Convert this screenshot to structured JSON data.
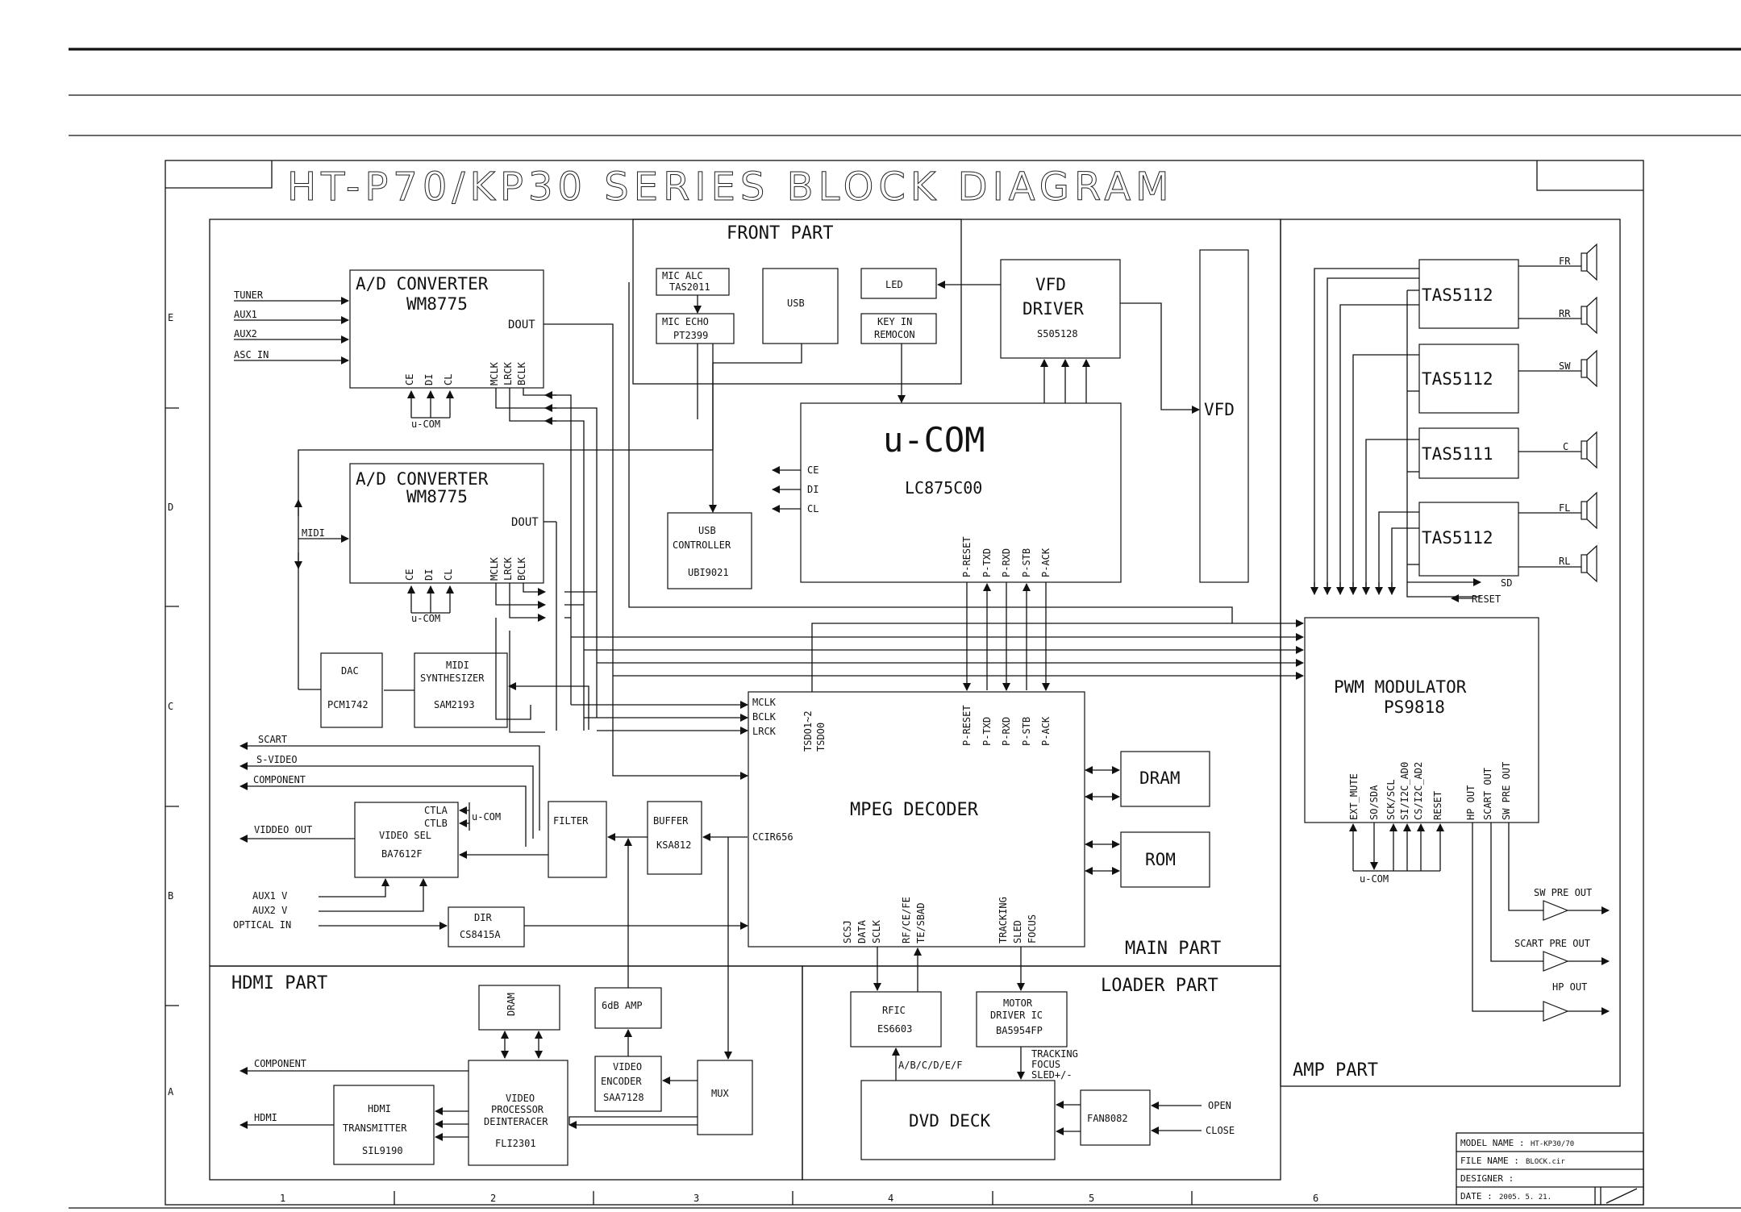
{
  "title": "HT-P70/KP30  SERIES     BLOCK DIAGRAM",
  "sections": {
    "front": "FRONT PART",
    "main": "MAIN PART",
    "hdmi": "HDMI PART",
    "loader": "LOADER PART",
    "amp": "AMP PART"
  },
  "adc1": {
    "title": "A/D CONVERTER",
    "part": "WM8775",
    "dout": "DOUT",
    "pins": [
      "CE",
      "DI",
      "CL"
    ],
    "clk": [
      "MCLK",
      "LRCK",
      "BCLK"
    ],
    "ucom": "u-COM"
  },
  "adc2": {
    "title": "A/D CONVERTER",
    "part": "WM8775",
    "dout": "DOUT",
    "pins": [
      "CE",
      "DI",
      "CL"
    ],
    "clk": [
      "MCLK",
      "LRCK",
      "BCLK"
    ],
    "ucom": "u-COM"
  },
  "inputs": [
    "TUNER",
    "AUX1",
    "AUX2",
    "ASC IN"
  ],
  "midi": "MIDI",
  "front": {
    "mic_alc": [
      "MIC   ALC",
      "TAS2011"
    ],
    "mic_echo": [
      "MIC   ECHO",
      "PT2399"
    ],
    "usb": "USB",
    "led": "LED",
    "keyin": [
      "KEY IN",
      "REMOCON"
    ]
  },
  "vfd_driver": [
    "VFD",
    "DRIVER",
    "S505128"
  ],
  "vfd": "VFD",
  "ucom": {
    "title": "u-COM",
    "part": "LC875C00",
    "pins": [
      "CE",
      "DI",
      "CL"
    ],
    "ports": [
      "P-RESET",
      "P-TXD",
      "P-RXD",
      "P-STB",
      "P-ACK"
    ]
  },
  "usb_ctrl": [
    "USB",
    "CONTROLLER",
    "UBI9021"
  ],
  "dac": [
    "DAC",
    "PCM1742"
  ],
  "midi_synth": [
    "MIDI",
    "SYNTHESIZER",
    "SAM2193"
  ],
  "mpeg": {
    "title": "MPEG  DECODER",
    "clk": [
      "MCLK",
      "BCLK",
      "LRCK"
    ],
    "tsd": [
      "TSDO1~2",
      "TSDO0"
    ],
    "ports": [
      "P-RESET",
      "P-TXD",
      "P-RXD",
      "P-STB",
      "P-ACK"
    ],
    "ccir": "CCIR656",
    "bottom1": [
      "SCSJ",
      "DATA",
      "SCLK"
    ],
    "bottom2": [
      "RF/CE/FE",
      "TE/SBAD"
    ],
    "bottom3": [
      "TRACKING",
      "SLED",
      "FOCUS"
    ]
  },
  "dram": "DRAM",
  "rom": "ROM",
  "video_outs": [
    "SCART",
    "S-VIDEO",
    "COMPONENT"
  ],
  "video_sel": {
    "title": [
      "VIDEO SEL",
      "BA7612F"
    ],
    "pins": [
      "CTLA",
      "CTLB"
    ],
    "ucom": "u-COM",
    "out": "VIDDEO OUT"
  },
  "aux_v": [
    "AUX1  V",
    "AUX2  V",
    "OPTICAL  IN"
  ],
  "filter": "FILTER",
  "buffer": [
    "BUFFER",
    "KSA812"
  ],
  "dir": [
    "DIR",
    "CS8415A"
  ],
  "hdmi": {
    "dram": "DRAM",
    "amp": "6dB AMP",
    "encoder": [
      "VIDEO",
      "ENCODER",
      "SAA7128"
    ],
    "mux": "MUX",
    "processor": [
      "VIDEO",
      "PROCESSOR",
      "DEINTERACER",
      "FLI2301"
    ],
    "transmitter": [
      "HDMI",
      "TRANSMITTER",
      "SIL9190"
    ],
    "component": "COMPONENT",
    "hdmi_out": "HDMI"
  },
  "loader": {
    "rfic": [
      "RFIC",
      "ES6603"
    ],
    "motor": [
      "MOTOR",
      "DRIVER IC",
      "BA5954FP"
    ],
    "tracking": [
      "TRACKING",
      "FOCUS",
      "SLED+/-"
    ],
    "abcdef": "A/B/C/D/E/F",
    "deck": "DVD  DECK",
    "fan": "FAN8082",
    "open": "OPEN",
    "close": "CLOSE"
  },
  "amp": {
    "chips": [
      "TAS5112",
      "TAS5112",
      "TAS5111",
      "TAS5112"
    ],
    "speakers": [
      "FR",
      "RR",
      "SW",
      "C",
      "FL",
      "RL"
    ],
    "sd": "SD",
    "reset": "RESET",
    "pwm": [
      "PWM  MODULATOR",
      "PS9818"
    ],
    "pins": [
      "EXT_MUTE",
      "SO/SDA",
      "SCK/SCL",
      "SI/I2C_AD0",
      "CS/I2C_AD2",
      "RESET",
      "HP OUT",
      "SCART OUT",
      "SW PRE OUT"
    ],
    "ucom": "u-COM",
    "outs": [
      "SW PRE OUT",
      "SCART  PRE OUT",
      "HP OUT"
    ]
  },
  "grid_cols": [
    "1",
    "2",
    "3",
    "4",
    "5",
    "6"
  ],
  "grid_rows": [
    "E",
    "D",
    "C",
    "B",
    "A"
  ],
  "titleblock": {
    "model": "MODEL  NAME :",
    "model_val": "HT-KP30/70",
    "file": "FILE  NAME :",
    "file_val": "BLOCK.cir",
    "designer": "DESIGNER :",
    "date": "DATE :",
    "date_val": "2005. 5. 21."
  }
}
